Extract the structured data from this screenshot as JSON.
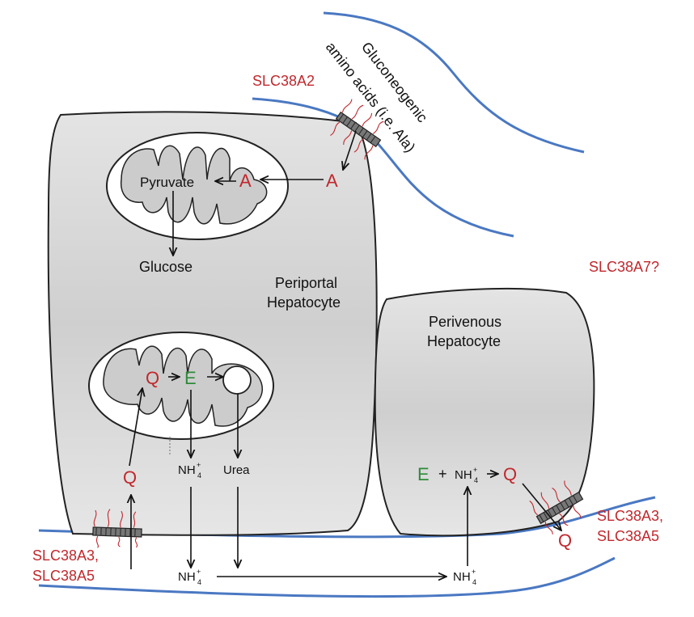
{
  "colors": {
    "vessel": "#4a78c2",
    "transporter_red": "#c0282d",
    "glutamate_green": "#2e8b3a",
    "cell_fill": "#d9d9d9",
    "text": "#111111"
  },
  "labels": {
    "transporter_top": "SLC38A2",
    "transporter_q": "SLC38A7?",
    "gluconeogenic_1": "Gluconeogenic",
    "gluconeogenic_2": "amino acids (i.e. Ala)",
    "alanine_outer": "A",
    "alanine_inner": "A",
    "pyruvate": "Pyruvate",
    "glucose": "Glucose",
    "periportal_1": "Periportal",
    "periportal_2": "Hepatocyte",
    "perivenous_1": "Perivenous",
    "perivenous_2": "Hepatocyte",
    "q_mito": "Q",
    "e_mito": "E",
    "q_cell": "Q",
    "nh4_mito": "NH",
    "nh4_sup": "+",
    "nh4_sub": "4",
    "urea": "Urea",
    "nh4_blood_left": "NH",
    "nh4_blood_right": "NH",
    "e_pv": "E",
    "plus": "+",
    "nh4_pv": "NH",
    "q_pv": "Q",
    "q_pv_out": "Q",
    "transporter_bottom_left_1": "SLC38A3,",
    "transporter_bottom_left_2": "SLC38A5",
    "transporter_bottom_right_1": "SLC38A3,",
    "transporter_bottom_right_2": "SLC38A5"
  },
  "icons": [
    "membrane-transporter-icon",
    "mitochondrion-icon",
    "arrow-icon"
  ]
}
